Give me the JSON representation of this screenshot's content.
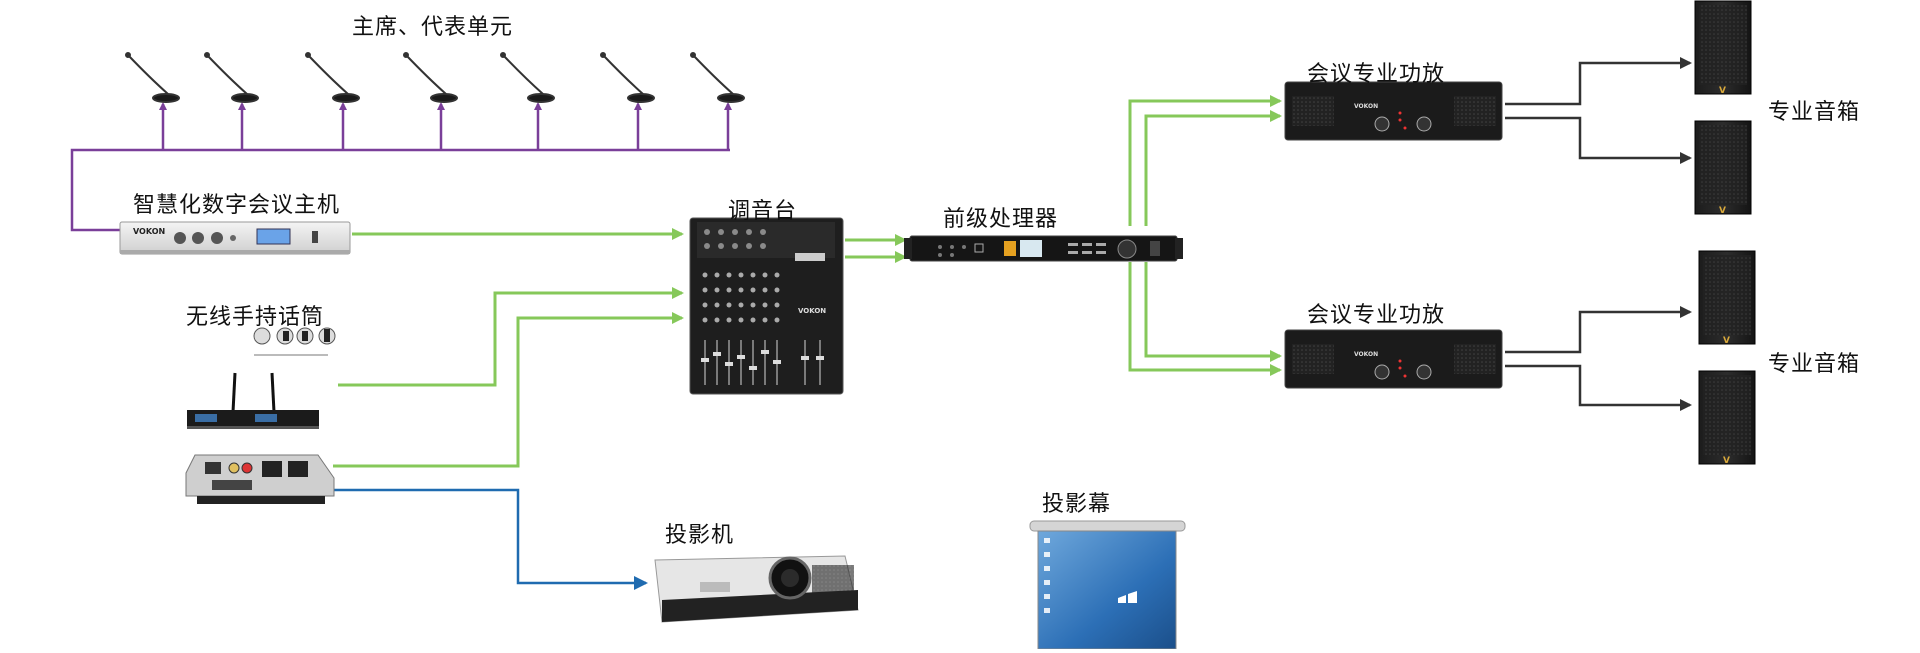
{
  "labels": {
    "delegate_units": "主席、代表单元",
    "conference_host": "智慧化数字会议主机",
    "wireless_mic": "无线手持话筒",
    "mixer": "调音台",
    "preprocessor": "前级处理器",
    "amp_top": "会议专业功放",
    "amp_bottom": "会议专业功放",
    "speakers_top": "专业音箱",
    "speakers_bottom": "专业音箱",
    "projector": "投影机",
    "screen": "投影幕"
  },
  "device_text": {
    "host_brand": "VOKON",
    "mixer_brand": "VOKON",
    "amp_brand_top": "VOKON",
    "amp_brand_bottom": "VOKON",
    "speaker_logo": "V"
  },
  "colors": {
    "control_line": "#7a3f99",
    "audio_line": "#86c85a",
    "video_line": "#1f6bb0",
    "speaker_line": "#333333"
  }
}
